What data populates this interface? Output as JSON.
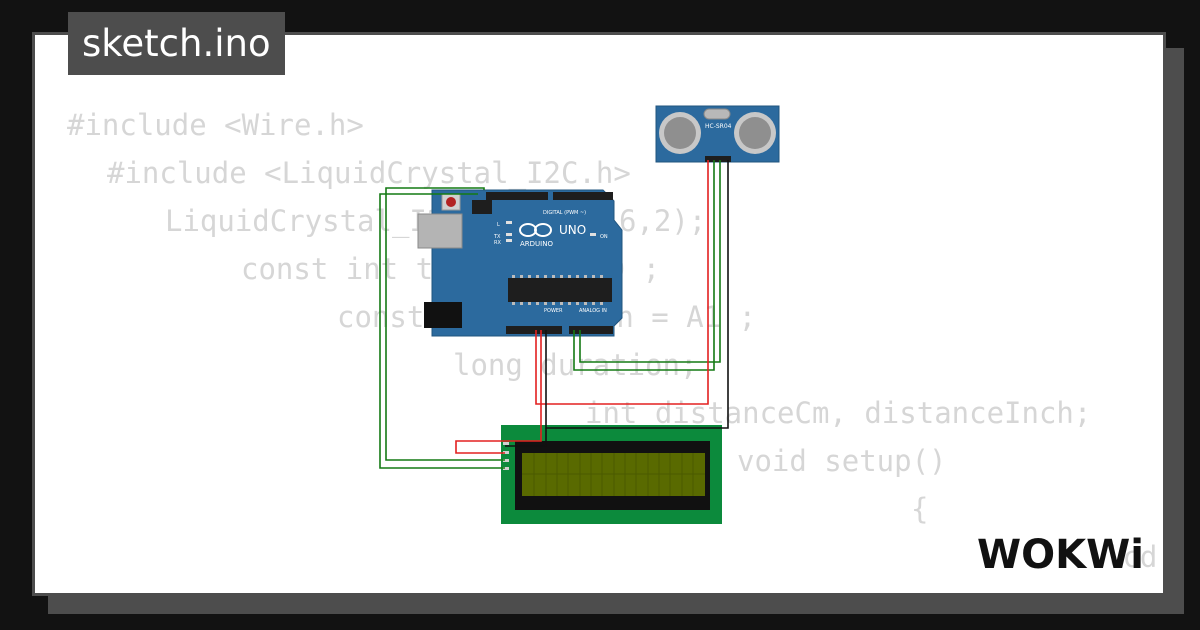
{
  "file_tab": {
    "label": "sketch.ino"
  },
  "code_lines": [
    "#include <Wire.h>",
    "#include <LiquidCrystal_I2C.h>",
    "LiquidCrystal_I2C lcd(27,16,2);",
    "const int trigPin = A0 ;",
    "const int echoPin = A1 ;",
    "long duration;",
    "int distanceCm, distanceInch;",
    "void setup()",
    "{",
    "lcd"
  ],
  "arduino": {
    "brand": "ARDUINO",
    "model": "UNO",
    "digital_label": "DIGITAL (PWM ~)",
    "power_label": "POWER",
    "analog_label": "ANALOG IN",
    "led_tx": "TX",
    "led_rx": "RX",
    "led_l": "L",
    "led_on": "ON"
  },
  "sensor": {
    "label": "HC-SR04"
  },
  "logo": {
    "text": "WOKWi"
  },
  "colors": {
    "board": "#2c6a9e",
    "wire_red": "#e32020",
    "wire_green": "#147a14",
    "wire_black": "#111111",
    "lcd_pcb": "#0c8a3c",
    "lcd_screen": "#596a00",
    "code_text": "#d6d6d6",
    "tab_bg": "#4d4d4d"
  }
}
